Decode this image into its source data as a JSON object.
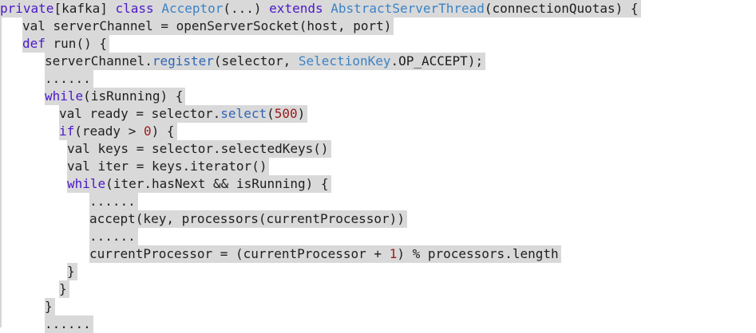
{
  "code": {
    "lines": [
      {
        "indent": 0,
        "tokens": [
          {
            "t": "private",
            "c": "kw"
          },
          {
            "t": "[kafka] ",
            "c": ""
          },
          {
            "t": "class",
            "c": "kw"
          },
          {
            "t": " ",
            "c": ""
          },
          {
            "t": "Acceptor",
            "c": "type"
          },
          {
            "t": "(...) ",
            "c": ""
          },
          {
            "t": "extends",
            "c": "kw"
          },
          {
            "t": " ",
            "c": ""
          },
          {
            "t": "AbstractServerThread",
            "c": "type"
          },
          {
            "t": "(connectionQuotas) {",
            "c": ""
          }
        ]
      },
      {
        "indent": 28,
        "tokens": [
          {
            "t": "val serverChannel = openServerSocket(host, port)",
            "c": ""
          }
        ]
      },
      {
        "indent": 28,
        "tokens": [
          {
            "t": "def",
            "c": "kw"
          },
          {
            "t": " run() {",
            "c": ""
          }
        ]
      },
      {
        "indent": 56,
        "tokens": [
          {
            "t": "serverChannel.",
            "c": ""
          },
          {
            "t": "register",
            "c": "fn"
          },
          {
            "t": "(selector, ",
            "c": ""
          },
          {
            "t": "SelectionKey",
            "c": "type"
          },
          {
            "t": ".OP_ACCEPT);",
            "c": ""
          }
        ]
      },
      {
        "indent": 56,
        "tokens": [
          {
            "t": "......",
            "c": ""
          }
        ]
      },
      {
        "indent": 56,
        "tokens": [
          {
            "t": "while",
            "c": "kw"
          },
          {
            "t": "(isRunning) {",
            "c": ""
          }
        ]
      },
      {
        "indent": 74,
        "tokens": [
          {
            "t": "val ready = selector.",
            "c": ""
          },
          {
            "t": "select",
            "c": "fn"
          },
          {
            "t": "(",
            "c": ""
          },
          {
            "t": "500",
            "c": "num"
          },
          {
            "t": ")",
            "c": ""
          }
        ]
      },
      {
        "indent": 74,
        "tokens": [
          {
            "t": "if",
            "c": "kw"
          },
          {
            "t": "(ready > ",
            "c": ""
          },
          {
            "t": "0",
            "c": "num"
          },
          {
            "t": ") {",
            "c": ""
          }
        ]
      },
      {
        "indent": 84,
        "tokens": [
          {
            "t": "val keys = selector.selectedKeys()",
            "c": ""
          }
        ]
      },
      {
        "indent": 84,
        "tokens": [
          {
            "t": "val iter = keys.iterator()",
            "c": ""
          }
        ]
      },
      {
        "indent": 84,
        "tokens": [
          {
            "t": "while",
            "c": "kw"
          },
          {
            "t": "(iter.hasNext && isRunning) {",
            "c": ""
          }
        ]
      },
      {
        "indent": 112,
        "tokens": [
          {
            "t": "......",
            "c": ""
          }
        ]
      },
      {
        "indent": 112,
        "tokens": [
          {
            "t": "accept(key, processors(currentProcessor))",
            "c": ""
          }
        ]
      },
      {
        "indent": 112,
        "tokens": [
          {
            "t": "......",
            "c": ""
          }
        ]
      },
      {
        "indent": 112,
        "tokens": [
          {
            "t": "currentProcessor = (currentProcessor + ",
            "c": ""
          },
          {
            "t": "1",
            "c": "num"
          },
          {
            "t": ") % processors.length",
            "c": ""
          }
        ]
      },
      {
        "indent": 84,
        "tokens": [
          {
            "t": "}",
            "c": ""
          }
        ]
      },
      {
        "indent": 74,
        "tokens": [
          {
            "t": "}",
            "c": ""
          }
        ]
      },
      {
        "indent": 56,
        "tokens": [
          {
            "t": "}",
            "c": ""
          }
        ]
      },
      {
        "indent": 56,
        "tokens": [
          {
            "t": "......",
            "c": ""
          }
        ]
      }
    ]
  }
}
